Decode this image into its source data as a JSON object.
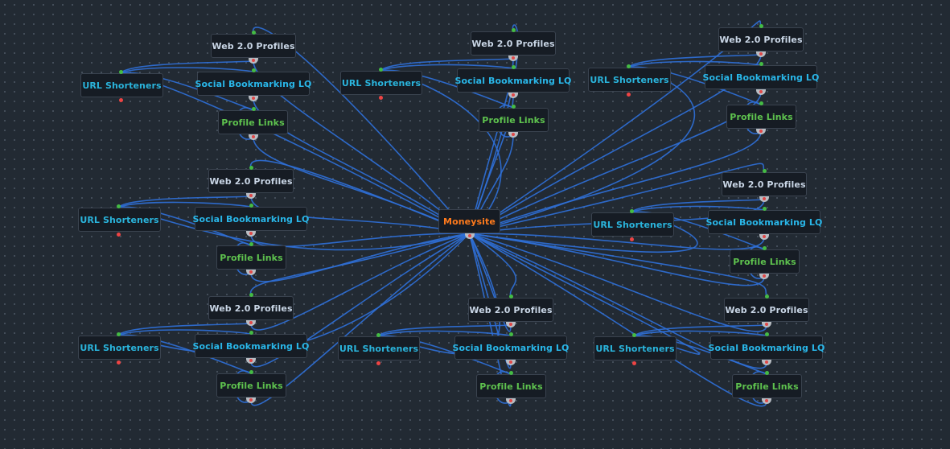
{
  "canvas": {
    "background_color": "#222a33",
    "edge_color": "#2f6fd6",
    "dot_colors": {
      "connected": "#44bb44",
      "open": "#ee4444"
    }
  },
  "labels": {
    "money": "Moneysite",
    "web2": "Web 2.0 Profiles",
    "social": "Social Bookmarking LQ",
    "profile": "Profile Links",
    "url": "URL Shorteners"
  },
  "center": {
    "label": "Moneysite"
  },
  "clusters": [
    {
      "web2": "Web 2.0 Profiles",
      "social": "Social Bookmarking LQ",
      "profile": "Profile Links",
      "url": "URL Shorteners"
    },
    {
      "web2": "Web 2.0 Profiles",
      "social": "Social Bookmarking LQ",
      "profile": "Profile Links",
      "url": "URL Shorteners"
    },
    {
      "web2": "Web 2.0 Profiles",
      "social": "Social Bookmarking LQ",
      "profile": "Profile Links",
      "url": "URL Shorteners"
    },
    {
      "web2": "Web 2.0 Profiles",
      "social": "Social Bookmarking LQ",
      "profile": "Profile Links",
      "url": "URL Shorteners"
    },
    {
      "web2": "Web 2.0 Profiles",
      "social": "Social Bookmarking LQ",
      "profile": "Profile Links",
      "url": "URL Shorteners"
    },
    {
      "web2": "Web 2.0 Profiles",
      "social": "Social Bookmarking LQ",
      "profile": "Profile Links",
      "url": "URL Shorteners"
    },
    {
      "web2": "Web 2.0 Profiles",
      "social": "Social Bookmarking LQ",
      "profile": "Profile Links",
      "url": "URL Shorteners"
    },
    {
      "web2": "Web 2.0 Profiles",
      "social": "Social Bookmarking LQ",
      "profile": "Profile Links",
      "url": "URL Shorteners"
    }
  ]
}
